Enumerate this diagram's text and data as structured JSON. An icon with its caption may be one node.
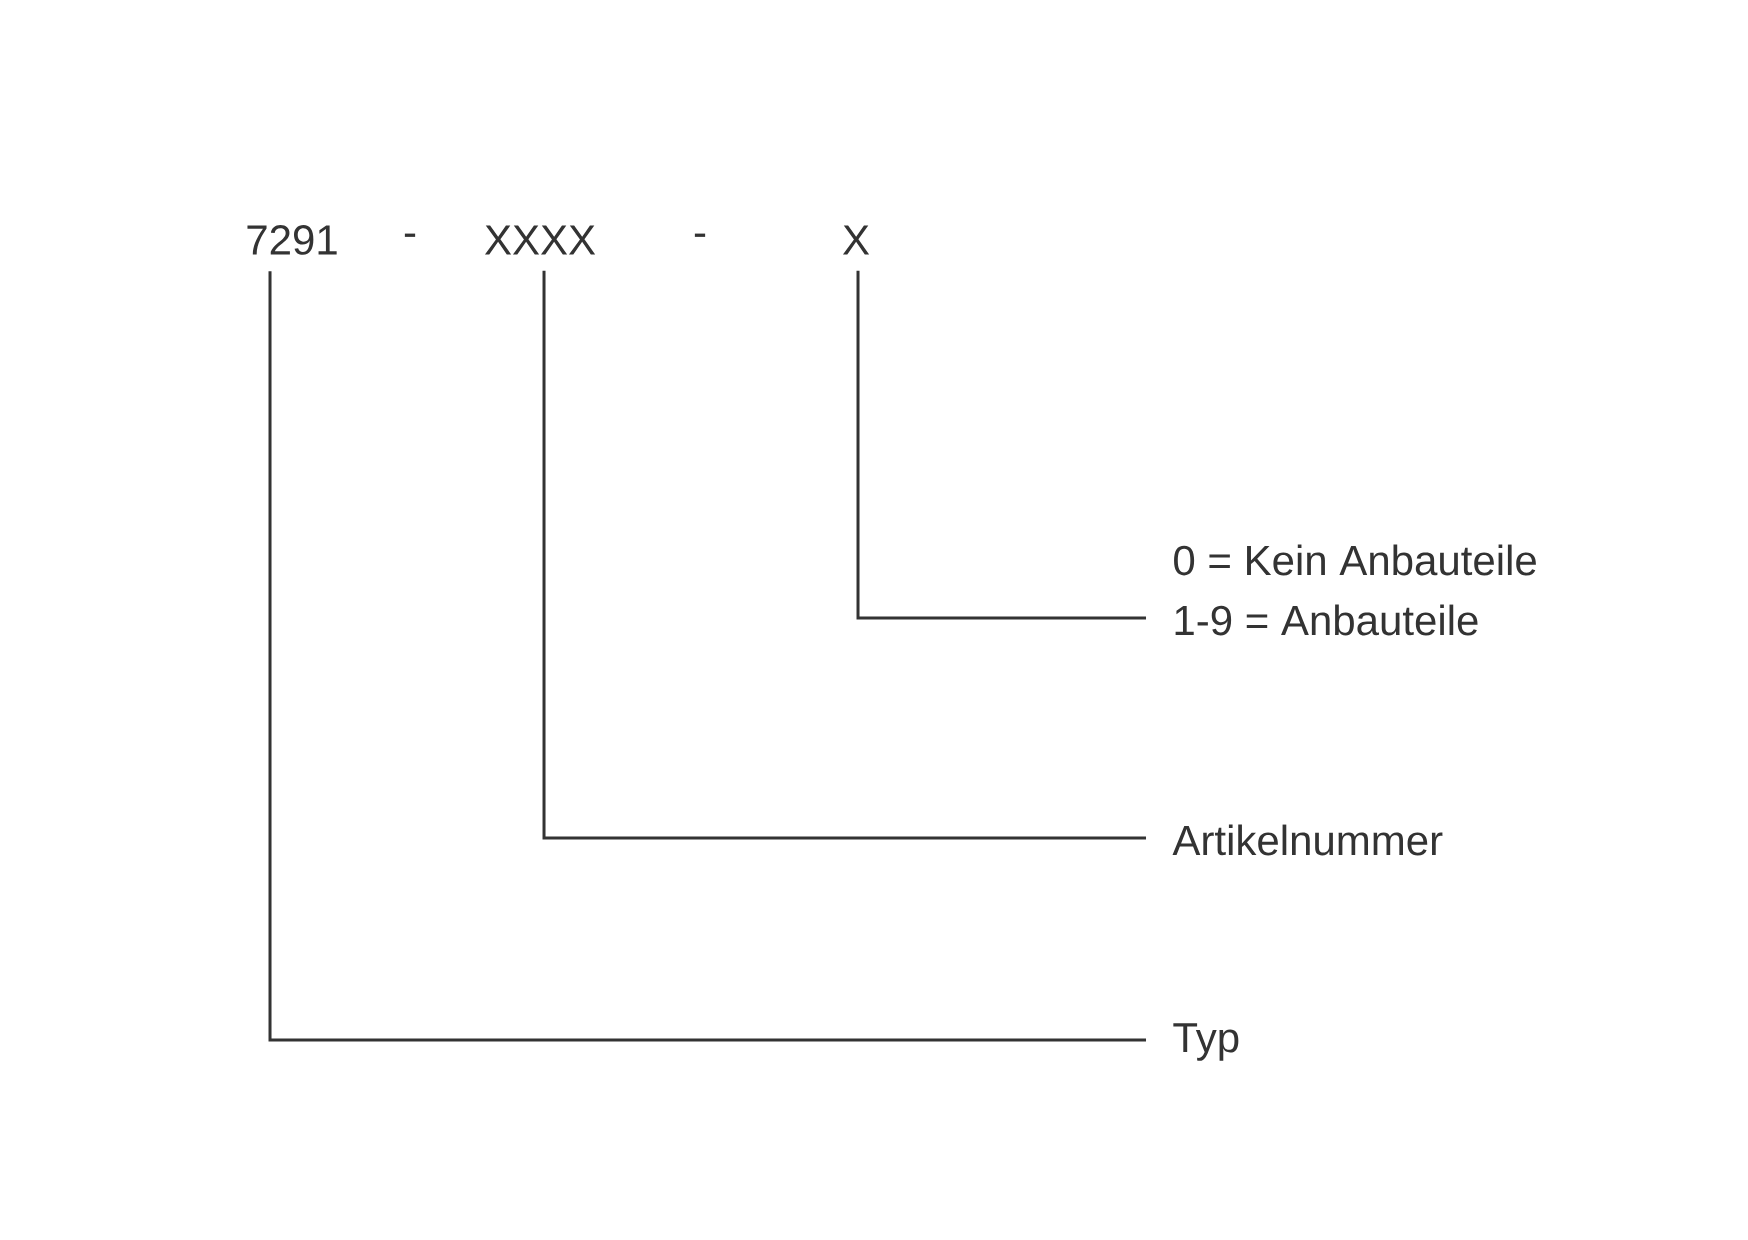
{
  "diagram": {
    "nodes": [
      {
        "text": [
          "7291"
        ]
      },
      {
        "text": [
          "XXXX"
        ]
      },
      {
        "text": [
          "X"
        ]
      },
      {
        "text": [
          "0 = Kein Anbauteile",
          "1-9 = Anbauteile"
        ]
      },
      {
        "text": [
          "Artikelnummer"
        ]
      },
      {
        "text": [
          "Typ"
        ]
      }
    ],
    "edges": [
      {
        "from": 2,
        "to": 3,
        "arrow": "none"
      },
      {
        "from": 1,
        "to": 4,
        "arrow": "none"
      },
      {
        "from": 0,
        "to": 5,
        "arrow": "none"
      }
    ],
    "labels": [
      "-",
      "-"
    ]
  }
}
